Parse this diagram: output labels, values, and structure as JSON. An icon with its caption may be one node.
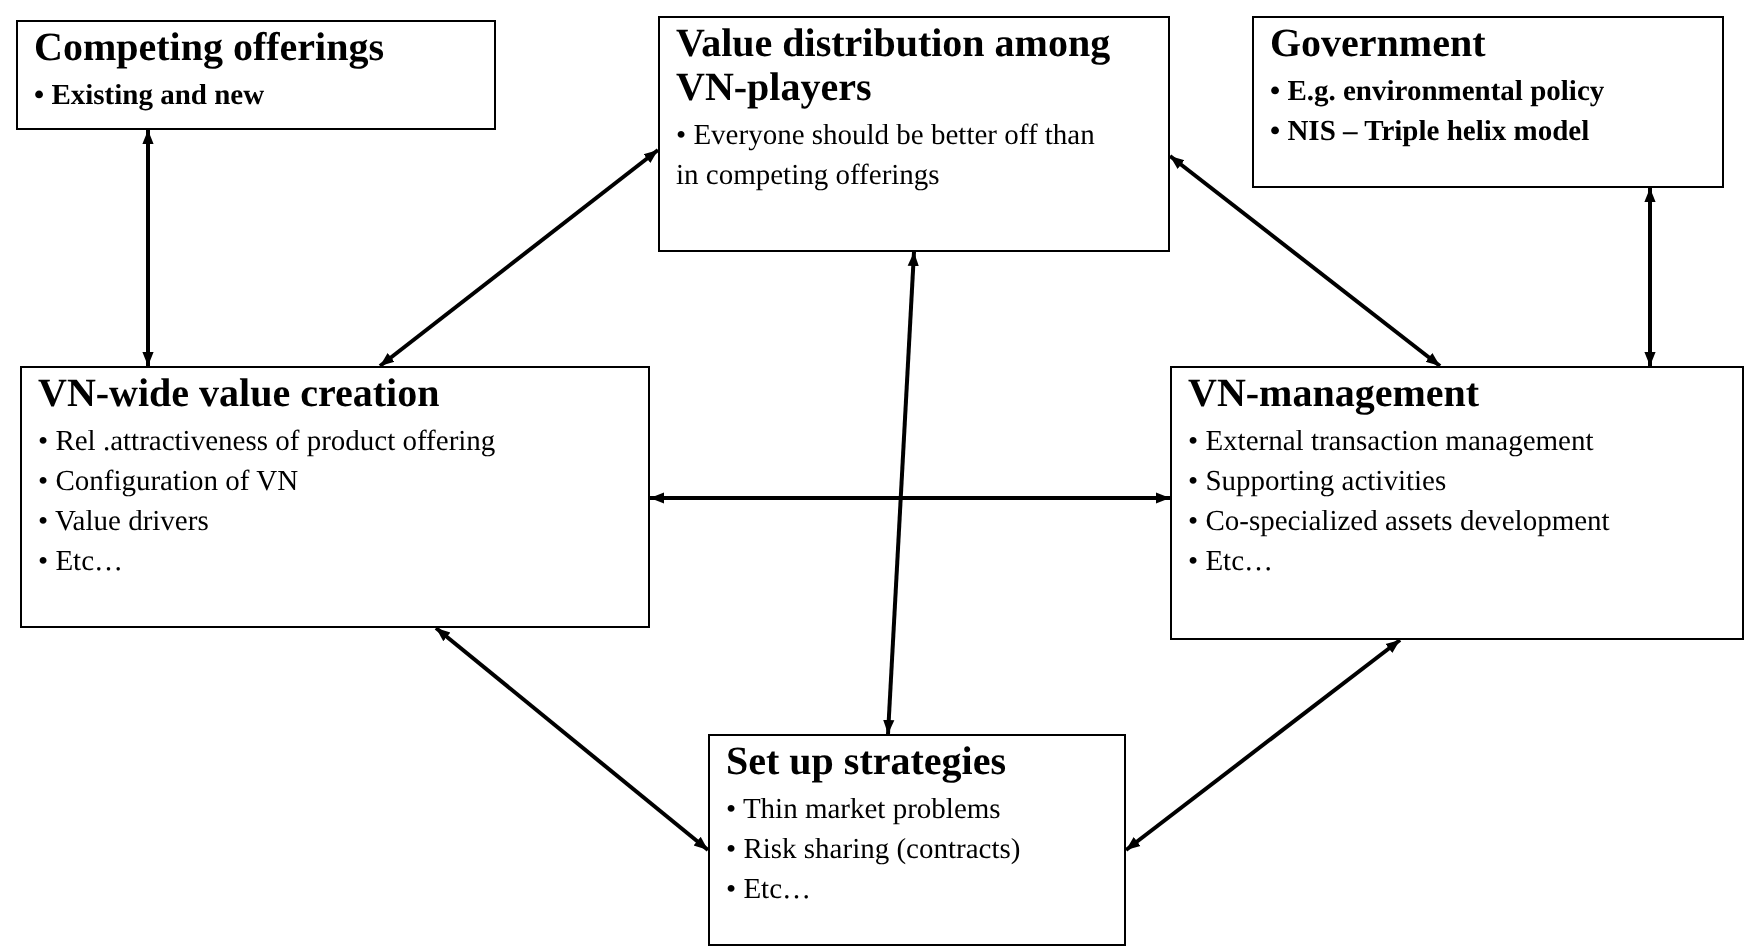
{
  "diagram": {
    "nodes": [
      {
        "text": [
          "Competing offerings",
          "• Existing and new"
        ]
      },
      {
        "text": [
          "Value distribution among VN-players",
          "• Everyone should be better off than in competing offerings"
        ]
      },
      {
        "text": [
          "Government",
          "• E.g. environmental policy",
          "• NIS – Triple helix model"
        ]
      },
      {
        "text": [
          "VN-wide value creation",
          "• Rel .attractiveness of product offering",
          "• Configuration of VN",
          "• Value drivers",
          "• Etc…"
        ]
      },
      {
        "text": [
          "VN-management",
          "• External transaction management",
          "• Supporting activities",
          "• Co-specialized assets development",
          "• Etc…"
        ]
      },
      {
        "text": [
          "Set up strategies",
          "• Thin market problems",
          "• Risk sharing (contracts)",
          "• Etc…"
        ]
      }
    ],
    "edges": [
      {
        "from": 0,
        "to": 3,
        "arrow": "both"
      },
      {
        "from": 3,
        "to": 1,
        "arrow": "both"
      },
      {
        "from": 1,
        "to": 4,
        "arrow": "both"
      },
      {
        "from": 2,
        "to": 4,
        "arrow": "both"
      },
      {
        "from": 1,
        "to": 5,
        "arrow": "both"
      },
      {
        "from": 3,
        "to": 4,
        "arrow": "both"
      },
      {
        "from": 3,
        "to": 5,
        "arrow": "both"
      },
      {
        "from": 4,
        "to": 5,
        "arrow": "both"
      }
    ]
  }
}
